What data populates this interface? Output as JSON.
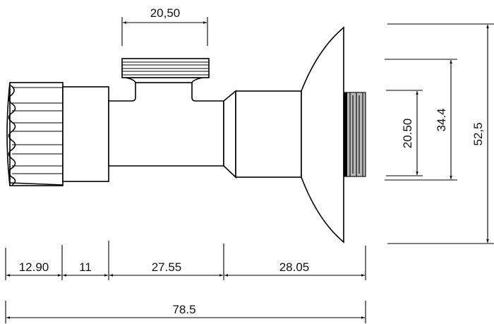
{
  "drawing": {
    "type": "technical-drawing",
    "subject": "angle valve with wall flange",
    "dimensions": {
      "top_outlet_width": "20,50",
      "right_inner_thread": "20.50",
      "right_middle": "34.4",
      "right_flange": "52,5",
      "bottom_knob": "12.90",
      "bottom_neck": "11",
      "bottom_body": "27.55",
      "bottom_flange": "28.05",
      "bottom_total": "78.5"
    },
    "colors": {
      "line": "#000000",
      "thread_fill": "#b8b8b8",
      "background": "#ffffff"
    }
  }
}
